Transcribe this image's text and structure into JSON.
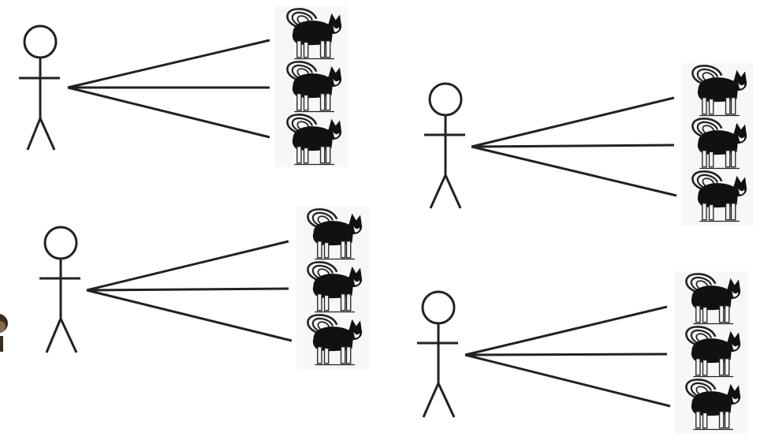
{
  "diagram": {
    "groups": [
      {
        "id": "top-left",
        "cat_count": 3
      },
      {
        "id": "top-right",
        "cat_count": 3
      },
      {
        "id": "bottom-left",
        "cat_count": 3
      },
      {
        "id": "bottom-right",
        "cat_count": 3
      }
    ],
    "colors": {
      "background": "#ffffff",
      "stroke": "#222222",
      "cat_body": "#111111",
      "cat_fur": "#f2f2f2",
      "cat_tile": "#f7f7f7",
      "edge_figure_skin": "#8a6b4a",
      "edge_figure_hair": "#3a2c20"
    }
  }
}
